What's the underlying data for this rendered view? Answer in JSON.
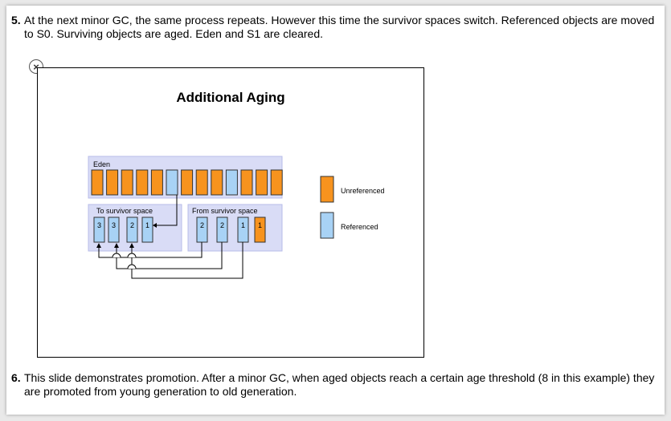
{
  "steps": [
    {
      "number": "5.",
      "text": "At the next minor GC, the same process repeats. However this time the survivor spaces switch. Referenced objects are moved to S0. Surviving objects are aged. Eden and S1 are cleared."
    },
    {
      "number": "6.",
      "text": "This slide demonstrates promotion. After a minor GC, when aged objects reach a certain age threshold (8 in this example) they are promoted from young generation to old generation."
    }
  ],
  "close_icon": "close-icon",
  "diagram": {
    "title": "Additional Aging",
    "eden_label": "Eden",
    "eden_objects": [
      "unreferenced",
      "unreferenced",
      "unreferenced",
      "unreferenced",
      "unreferenced",
      "referenced",
      "unreferenced",
      "unreferenced",
      "unreferenced",
      "referenced",
      "unreferenced",
      "unreferenced",
      "unreferenced"
    ],
    "to_space_label": "To survivor  space",
    "to_space_objects": [
      {
        "age": "3",
        "state": "referenced"
      },
      {
        "age": "3",
        "state": "referenced"
      },
      {
        "age": "2",
        "state": "referenced"
      },
      {
        "age": "1",
        "state": "referenced"
      }
    ],
    "from_space_label": "From survivor space",
    "from_space_objects": [
      {
        "age": "2",
        "state": "referenced"
      },
      {
        "age": "2",
        "state": "referenced"
      },
      {
        "age": "1",
        "state": "referenced"
      },
      {
        "age": "1",
        "state": "unreferenced"
      }
    ],
    "legend": [
      {
        "label": "Unreferenced",
        "state": "unreferenced"
      },
      {
        "label": "Referenced",
        "state": "referenced"
      }
    ],
    "colors": {
      "unreferenced": "#f7931e",
      "referenced": "#a8d2f5",
      "space_fill": "#d9dcf6",
      "space_border": "#b8bce8"
    }
  }
}
